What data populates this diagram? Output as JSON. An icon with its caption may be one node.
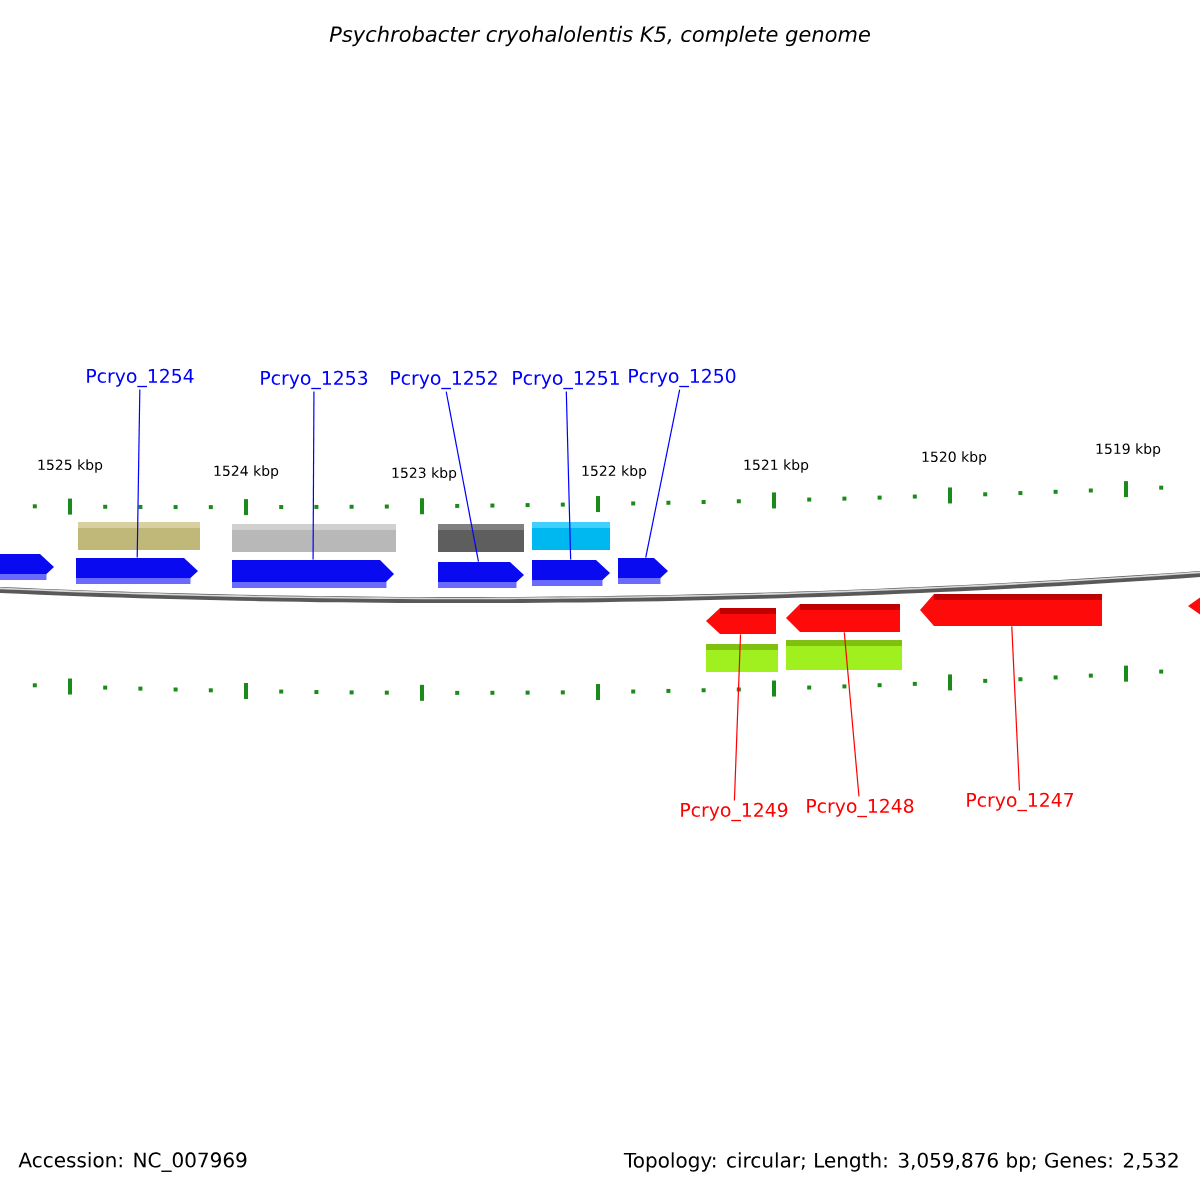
{
  "diagram": {
    "title": "Psychrobacter cryohalolentis K5, complete genome",
    "nodes": [
      {
        "text": [
          "Pcryo_1254"
        ]
      },
      {
        "text": [
          "Pcryo_1253"
        ]
      },
      {
        "text": [
          "Pcryo_1252"
        ]
      },
      {
        "text": [
          "Pcryo_1251"
        ]
      },
      {
        "text": [
          "Pcryo_1250"
        ]
      },
      {
        "text": [],
        "shape": "arrow"
      },
      {
        "text": [],
        "shape": "arrow"
      },
      {
        "text": [],
        "shape": "arrow"
      },
      {
        "text": [],
        "shape": "arrow"
      },
      {
        "text": [],
        "shape": "arrow"
      },
      {
        "text": [
          "Pcryo_1249"
        ]
      },
      {
        "text": [
          "Pcryo_1248"
        ]
      },
      {
        "text": [
          "Pcryo_1247"
        ]
      },
      {
        "text": [],
        "shape": "arrow"
      },
      {
        "text": [],
        "shape": "arrow"
      },
      {
        "text": [],
        "shape": "arrow"
      },
      {
        "text": [],
        "shape": "arrow"
      },
      {
        "text": [],
        "shape": "arrow"
      }
    ],
    "edges": [
      {
        "from": 0,
        "to": 5,
        "arrow": "none",
        "color": "#0000ff"
      },
      {
        "from": 1,
        "to": 6,
        "arrow": "none",
        "color": "#0000ff"
      },
      {
        "from": 2,
        "to": 7,
        "arrow": "none",
        "color": "#0000ff"
      },
      {
        "from": 3,
        "to": 8,
        "arrow": "none",
        "color": "#0000ff"
      },
      {
        "from": 4,
        "to": 9,
        "arrow": "none",
        "color": "#0000ff"
      },
      {
        "from": 10,
        "to": 13,
        "arrow": "none",
        "color": "#ff0000"
      },
      {
        "from": 11,
        "to": 14,
        "arrow": "none",
        "color": "#ff0000"
      },
      {
        "from": 12,
        "to": 15,
        "arrow": "none",
        "color": "#ff0000"
      }
    ],
    "labels": [
      "1525 kbp",
      "1524 kbp",
      "1523 kbp",
      "1522 kbp",
      "1521 kbp",
      "1520 kbp",
      "1519 kbp",
      "Accession: NC_007969",
      "Topology: circular; Length: 3,059,876 bp; Genes: 2,532"
    ]
  }
}
